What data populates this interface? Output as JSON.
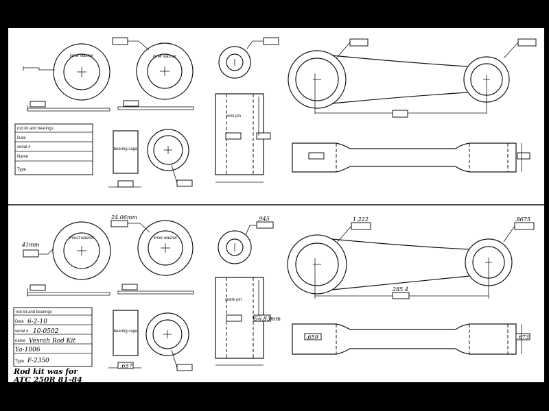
{
  "top_panel": {
    "washer_labels": {
      "outer_washer": "inner washer",
      "inner_washer": "inner washer"
    },
    "pin_label": "wrist pin",
    "bearing_label": "bearing cage",
    "form": {
      "header": "rod kit and bearings",
      "date_label": "Date",
      "serial_label": "serial #",
      "name_label": "Name",
      "type_label": "Type"
    }
  },
  "bottom_panel": {
    "washer_labels": {
      "outer_washer": "thrust washer",
      "inner_washer": "inner washer"
    },
    "pin_label": "crank pin",
    "bearing_label": "bearing cage",
    "dims": {
      "outer_washer": "41mm",
      "inner_washer": "24.06mm",
      "small_ring": ".945",
      "big_end": "1.222",
      "small_end": ".8675",
      "center_to_center": "285.4",
      "big_end_width": ".659",
      "small_end_width": ".673",
      "pin_length": "56.83mm",
      "bearing_width": ".657"
    },
    "form": {
      "header": "rod kit and bearings",
      "date_label": "Date",
      "date_value": "6-2-10",
      "serial_label": "serial #",
      "serial_value": "10-0502",
      "name_label": "name",
      "name_value": "Vesrah Rod Kit",
      "extra_line": "Ya-1006",
      "type_label": "Type",
      "type_value": "F-2350"
    },
    "note_line1": "Rod kit was for",
    "note_line2": "ATC 250R 81-84"
  }
}
